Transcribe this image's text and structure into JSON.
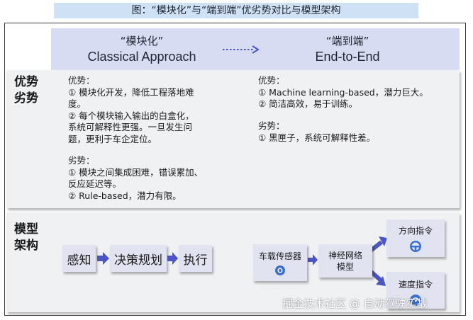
{
  "title": "图：“模块化”与“端到端”优劣势对比与模型架构",
  "header": {
    "left_cn": "“模块化”",
    "left_en": "Classical Approach",
    "right_cn": "“端到端”",
    "right_en": "End-to-End"
  },
  "sections": {
    "pros_cons_label_1": "优势",
    "pros_cons_label_2": "劣势",
    "model_label_1": "模型",
    "model_label_2": "架构"
  },
  "modular": {
    "pros_title": "优势：",
    "pros_lines": [
      "① 模块化开发，降低工程落地难",
      "度。",
      "② 每个模块输入输出的白盒化，",
      "系统可解释性更强。一旦发生问",
      "题，更利于车企定位。"
    ],
    "cons_title": "劣势：",
    "cons_lines": [
      "① 模块之间集成困难，错误累加、",
      "反应延迟等。",
      "② Rule-based，潜力有限。"
    ],
    "pipeline": [
      "感知",
      "决策规划",
      "执行"
    ]
  },
  "e2e": {
    "pros_title": "优势：",
    "pros_lines": [
      "① Machine learning-based，潜力巨大。",
      "② 简洁高效，易于训练。"
    ],
    "cons_title": "劣势：",
    "cons_lines": [
      "① 黑匣子，系统可解释性差。"
    ],
    "sensor": "车载传感器",
    "model": [
      "神经网络",
      "模型"
    ],
    "outputs": [
      "方向指令",
      "速度指令"
    ]
  },
  "watermark": "掘金技术社区 @ 自动驾驶实战",
  "colors": {
    "title_bg": "#cfe1f4",
    "header_band": "#d7dcf2",
    "box_fill": "#e1e3f1",
    "arrow": "#4a55c8",
    "icon": "#3a6fd0"
  }
}
